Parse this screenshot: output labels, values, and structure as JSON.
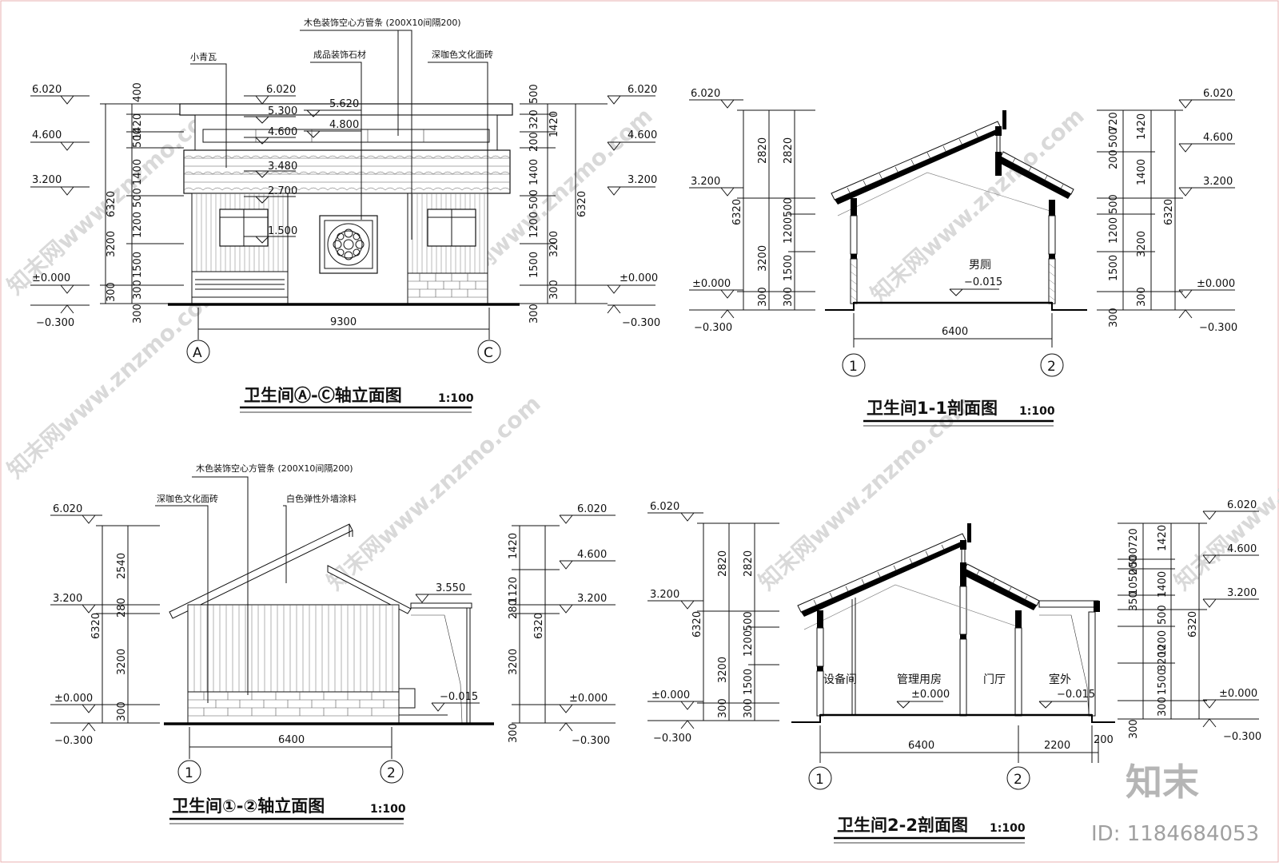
{
  "views": {
    "front": {
      "title": "卫生间Ⓐ-Ⓒ轴立面图",
      "scale": "1:100",
      "levels_left": [
        "6.020",
        "4.600",
        "3.200",
        "±0.000",
        "−0.300"
      ],
      "levels_right": [
        "6.020",
        "4.600",
        "3.200",
        "±0.000",
        "−0.300"
      ],
      "dims_left_inner": [
        "400",
        "1420",
        "500",
        "1400",
        "500",
        "1200",
        "1500",
        "300"
      ],
      "dims_left_outer": [
        "6320",
        "3200",
        "300"
      ],
      "dims_right_inner": [
        "500",
        "320",
        "1420",
        "200",
        "1400",
        "500",
        "1200",
        "1500",
        "300"
      ],
      "dims_right_outer": [
        "6320",
        "3200",
        "300"
      ],
      "inner_levels": [
        "6.020",
        "5.300",
        "5.620",
        "4.600",
        "4.800",
        "3.480",
        "2.700",
        "1.500"
      ],
      "width_dim": "9300",
      "axis_left": "A",
      "axis_right": "C",
      "notes": {
        "small_tile": "小青瓦",
        "wood_tube": "木色装饰空心方管条 (200X10间隔200)",
        "stone": "成品装饰石材",
        "brick": "深咖色文化面砖"
      }
    },
    "section11": {
      "title": "卫生间1-1剖面图",
      "scale": "1:100",
      "levels_left": [
        "6.020",
        "3.200",
        "±0.000",
        "−0.300"
      ],
      "levels_right": [
        "6.020",
        "4.600",
        "3.200",
        "±0.000",
        "−0.300"
      ],
      "dims_left": [
        "2820",
        "2820",
        "500",
        "1200",
        "1500",
        "300",
        "6320",
        "3200",
        "300"
      ],
      "dims_right": [
        "720",
        "500",
        "1420",
        "200",
        "1400",
        "500",
        "1200",
        "1500",
        "300",
        "6320",
        "3200",
        "300"
      ],
      "room": "男厕",
      "floor_level": "−0.015",
      "width_dim": "6400",
      "axis_left": "1",
      "axis_right": "2"
    },
    "side": {
      "title": "卫生间①-②轴立面图",
      "scale": "1:100",
      "levels_left": [
        "6.020",
        "3.200",
        "±0.000",
        "−0.300"
      ],
      "levels_right": [
        "6.020",
        "4.600",
        "3.200",
        "±0.000",
        "−0.300"
      ],
      "dims_left": [
        "2540",
        "280",
        "3200",
        "300",
        "6320"
      ],
      "dims_right": [
        "1420",
        "1120",
        "280",
        "3200",
        "300",
        "6320"
      ],
      "canopy_level": "3.550",
      "floor_level": "−0.015",
      "width_dim": "6400",
      "axis_left": "1",
      "axis_right": "2",
      "notes": {
        "wood_tube": "木色装饰空心方管条 (200X10间隔200)",
        "brick": "深咖色文化面砖",
        "paint": "白色弹性外墙涂料"
      }
    },
    "section22": {
      "title": "卫生间2-2剖面图",
      "scale": "1:100",
      "levels_left": [
        "6.020",
        "3.200",
        "±0.000",
        "−0.300"
      ],
      "levels_right": [
        "6.020",
        "4.600",
        "3.200",
        "±0.000",
        "−0.300"
      ],
      "dims_left": [
        "2820",
        "2820",
        "500",
        "1200",
        "1500",
        "300",
        "6320",
        "3200",
        "300"
      ],
      "dims_right": [
        "720",
        "500",
        "200",
        "1050",
        "350",
        "1420",
        "1400",
        "500",
        "1200",
        "1500",
        "300",
        "6320",
        "3200",
        "300"
      ],
      "rooms": [
        "设备间",
        "管理用房",
        "门厅",
        "室外"
      ],
      "room_level": "±0.000",
      "floor_level": "−0.015",
      "width_dim": "6400",
      "width_dim2": "2200",
      "width_dim3": "200",
      "axis_left": "1",
      "axis_right": "2"
    }
  },
  "watermark": "知末网www.znzmo.com",
  "brand": {
    "logo": "知末",
    "id": "ID: 1184684053"
  }
}
